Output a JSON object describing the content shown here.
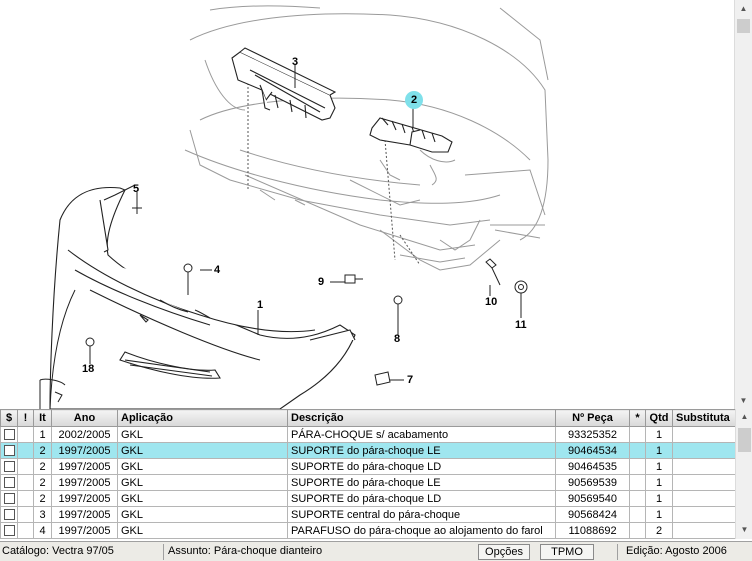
{
  "diagram": {
    "callouts": [
      {
        "id": "c1",
        "label": "1"
      },
      {
        "id": "c2",
        "label": "2",
        "highlighted": true
      },
      {
        "id": "c3",
        "label": "3"
      },
      {
        "id": "c4",
        "label": "4"
      },
      {
        "id": "c5",
        "label": "5"
      },
      {
        "id": "c7",
        "label": "7"
      },
      {
        "id": "c8",
        "label": "8"
      },
      {
        "id": "c9",
        "label": "9"
      },
      {
        "id": "c10",
        "label": "10"
      },
      {
        "id": "c11",
        "label": "11"
      },
      {
        "id": "c18",
        "label": "18"
      }
    ],
    "highlight_color": "#7fe0ea"
  },
  "table": {
    "headers": [
      "$",
      "!",
      "It",
      "Ano",
      "Aplicação",
      "Descrição",
      "Nº Peça",
      "*",
      "Qtd",
      "Substituta"
    ],
    "rows": [
      {
        "it": "1",
        "ano": "2002/2005",
        "aplicacao": "GKL",
        "descricao": "PÁRA-CHOQUE s/ acabamento",
        "peca": "93325352",
        "flag": "",
        "qtd": "1",
        "substituta": "",
        "selected": false
      },
      {
        "it": "2",
        "ano": "1997/2005",
        "aplicacao": "GKL",
        "descricao": "SUPORTE do pára-choque LE",
        "peca": "90464534",
        "flag": "",
        "qtd": "1",
        "substituta": "",
        "selected": true
      },
      {
        "it": "2",
        "ano": "1997/2005",
        "aplicacao": "GKL",
        "descricao": "SUPORTE do pára-choque LD",
        "peca": "90464535",
        "flag": "",
        "qtd": "1",
        "substituta": "",
        "selected": false
      },
      {
        "it": "2",
        "ano": "1997/2005",
        "aplicacao": "GKL",
        "descricao": "SUPORTE do pára-choque LE",
        "peca": "90569539",
        "flag": "",
        "qtd": "1",
        "substituta": "",
        "selected": false
      },
      {
        "it": "2",
        "ano": "1997/2005",
        "aplicacao": "GKL",
        "descricao": "SUPORTE do pára-choque LD",
        "peca": "90569540",
        "flag": "",
        "qtd": "1",
        "substituta": "",
        "selected": false
      },
      {
        "it": "3",
        "ano": "1997/2005",
        "aplicacao": "GKL",
        "descricao": "SUPORTE central do pára-choque",
        "peca": "90568424",
        "flag": "",
        "qtd": "1",
        "substituta": "",
        "selected": false
      },
      {
        "it": "4",
        "ano": "1997/2005",
        "aplicacao": "GKL",
        "descricao": "PARAFUSO do pára-choque ao alojamento do farol",
        "peca": "11088692",
        "flag": "",
        "qtd": "2",
        "substituta": "",
        "selected": false
      }
    ],
    "selected_color": "#9fe6ef"
  },
  "statusbar": {
    "catalogo": "Catálogo: Vectra 97/05",
    "assunto": "Assunto: Pára-choque dianteiro",
    "opcoes": "Opções",
    "tpmo": "TPMO",
    "edicao": "Edição: Agosto 2006"
  },
  "icons": {
    "scroll_up": "triangle-up",
    "scroll_down": "triangle-down"
  }
}
